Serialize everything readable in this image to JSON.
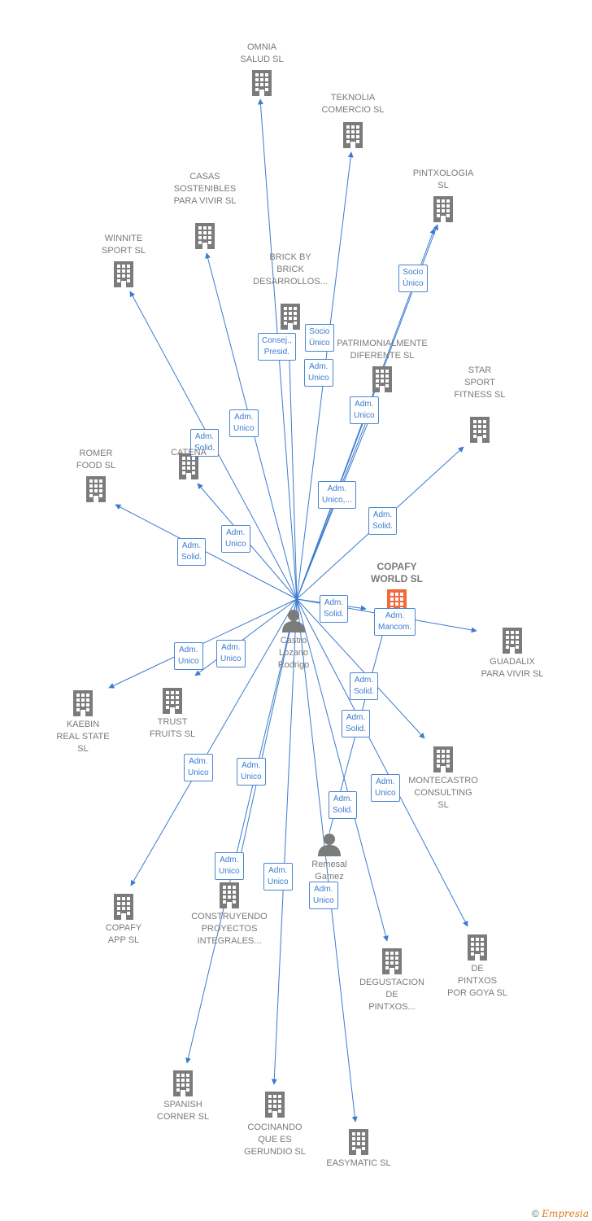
{
  "colors": {
    "edge": "#3b7bd0",
    "building": "#7b7b7b",
    "main_building": "#f06a3b",
    "person": "#7b7b7b"
  },
  "nodes": [
    {
      "id": "omnia",
      "label": "OMNIA\nSALUD SL",
      "icon": "building-icon"
    },
    {
      "id": "teknolia",
      "label": "TEKNOLIA\nCOMERCIO SL",
      "icon": "building-icon"
    },
    {
      "id": "pintxologia",
      "label": "PINTXOLOGIA\nSL",
      "icon": "building-icon"
    },
    {
      "id": "casas",
      "label": "CASAS\nSOSTENIBLES\nPARA VIVIR  SL",
      "icon": "building-icon"
    },
    {
      "id": "winnite",
      "label": "WINNITE\nSPORT  SL",
      "icon": "building-icon"
    },
    {
      "id": "brick",
      "label": "BRICK BY\nBRICK\nDESARROLLOS...",
      "icon": "building-icon"
    },
    {
      "id": "patrimonial",
      "label": "PATRIMONIALMENTE\nDIFERENTE  SL",
      "icon": "building-icon"
    },
    {
      "id": "star",
      "label": "STAR\nSPORT\nFITNESS SL",
      "icon": "building-icon"
    },
    {
      "id": "romer",
      "label": "ROMER\nFOOD  SL",
      "icon": "building-icon"
    },
    {
      "id": "catena",
      "label": "CATENA",
      "icon": "building-icon"
    },
    {
      "id": "copafy_world",
      "label": "COPAFY\nWORLD  SL",
      "icon": "building-icon",
      "main": true
    },
    {
      "id": "guadalix",
      "label": "GUADALIX\nPARA VIVIR  SL",
      "icon": "building-icon"
    },
    {
      "id": "kaebin",
      "label": "KAEBIN\nREAL STATE\nSL",
      "icon": "building-icon"
    },
    {
      "id": "trust",
      "label": "TRUST\nFRUITS  SL",
      "icon": "building-icon"
    },
    {
      "id": "montecastro",
      "label": "MONTECASTRO\nCONSULTING\nSL",
      "icon": "building-icon"
    },
    {
      "id": "castro",
      "label": "Castro\nLozano\nRodrigo",
      "icon": "person-icon"
    },
    {
      "id": "remesal",
      "label": "Remesal\nGamez",
      "icon": "person-icon"
    },
    {
      "id": "copafy_app",
      "label": "COPAFY\nAPP  SL",
      "icon": "building-icon"
    },
    {
      "id": "construyendo",
      "label": "CONSTRUYENDO\nPROYECTOS\nINTEGRALES...",
      "icon": "building-icon"
    },
    {
      "id": "degustacion",
      "label": "DEGUSTACION\nDE\nPINTXOS...",
      "icon": "building-icon"
    },
    {
      "id": "depintxos",
      "label": "DE\nPINTXOS\nPOR GOYA  SL",
      "icon": "building-icon"
    },
    {
      "id": "spanish",
      "label": "SPANISH\nCORNER  SL",
      "icon": "building-icon"
    },
    {
      "id": "cocinando",
      "label": "COCINANDO\nQUE ES\nGERUNDIO  SL",
      "icon": "building-icon"
    },
    {
      "id": "easymatic",
      "label": "EASYMATIC SL",
      "icon": "building-icon"
    }
  ],
  "edges": [
    {
      "from": "castro",
      "to": "omnia",
      "label": "Adm.\nUnico"
    },
    {
      "from": "castro",
      "to": "teknolia",
      "label": "Adm.\nUnico"
    },
    {
      "from": "castro",
      "to": "pintxologia",
      "label": "Socio\nÚnico"
    },
    {
      "from": "castro",
      "to": "casas",
      "label": "Adm.\nUnico"
    },
    {
      "from": "castro",
      "to": "winnite",
      "label": "Adm.\nSolid."
    },
    {
      "from": "castro",
      "to": "brick",
      "label": "Consej.,\nPresid."
    },
    {
      "from": "castro",
      "to": "patrimonial",
      "label": "Socio\nÚnico"
    },
    {
      "from": "castro",
      "to": "pintxologia",
      "label": "Adm.\nUnico"
    },
    {
      "from": "castro",
      "to": "patrimonial",
      "label": "Adm.\nUnico,..."
    },
    {
      "from": "castro",
      "to": "star",
      "label": "Adm.\nSolid."
    },
    {
      "from": "castro",
      "to": "romer",
      "label": "Adm.\nSolid."
    },
    {
      "from": "castro",
      "to": "catena",
      "label": "Adm.\nUnico"
    },
    {
      "from": "castro",
      "to": "copafy_world",
      "label": "Adm.\nSolid."
    },
    {
      "from": "castro",
      "to": "guadalix",
      "label": "Adm.\nMancom."
    },
    {
      "from": "castro",
      "to": "kaebin",
      "label": "Adm.\nUnico"
    },
    {
      "from": "castro",
      "to": "trust",
      "label": "Adm.\nUnico"
    },
    {
      "from": "castro",
      "to": "montecastro",
      "label": "Adm.\nSolid."
    },
    {
      "from": "castro",
      "to": "degustacion",
      "label": "Adm.\nSolid."
    },
    {
      "from": "castro",
      "to": "depintxos",
      "label": "Adm.\nUnico"
    },
    {
      "from": "castro",
      "to": "copafy_app",
      "label": "Adm.\nUnico"
    },
    {
      "from": "castro",
      "to": "construyendo",
      "label": "Adm.\nUnico"
    },
    {
      "from": "castro",
      "to": "spanish",
      "label": "Adm.\nUnico"
    },
    {
      "from": "castro",
      "to": "cocinando",
      "label": "Adm.\nUnico"
    },
    {
      "from": "castro",
      "to": "easymatic",
      "label": "Adm.\nUnico"
    },
    {
      "from": "remesal",
      "to": "copafy_world",
      "label": "Adm.\nSolid."
    }
  ],
  "footer": {
    "copyright": "©",
    "brand": "Empresia"
  }
}
